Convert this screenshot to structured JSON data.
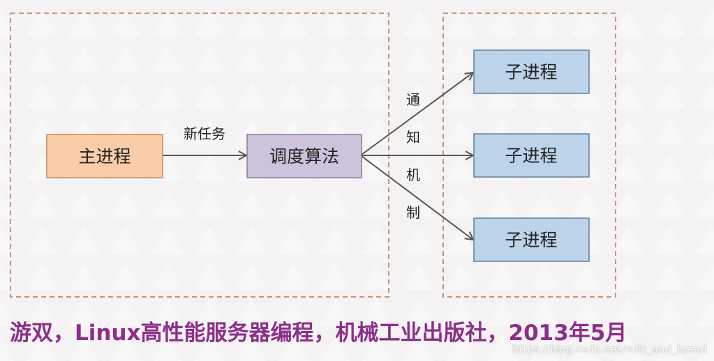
{
  "nodes": {
    "main_process": "主进程",
    "scheduler": "调度算法",
    "child_1": "子进程",
    "child_2": "子进程",
    "child_3": "子进程"
  },
  "edge_labels": {
    "new_task": "新任务",
    "notify_1": "通",
    "notify_2": "知",
    "notify_3": "机",
    "notify_4": "制"
  },
  "caption": "游双，Linux高性能服务器编程，机械工业出版社，2013年5月",
  "watermark": "https://blog.csdn.net/milk_and_bread",
  "colors": {
    "main_fill": "#f9cda9",
    "main_stroke": "#c9875a",
    "scheduler_fill": "#cdc3dc",
    "scheduler_stroke": "#8a7aa3",
    "child_fill": "#bcd3ea",
    "child_stroke": "#5f7fa5",
    "dashed_stroke": "#c2957a",
    "arrow": "#555555",
    "caption": "#8c2f8a"
  }
}
